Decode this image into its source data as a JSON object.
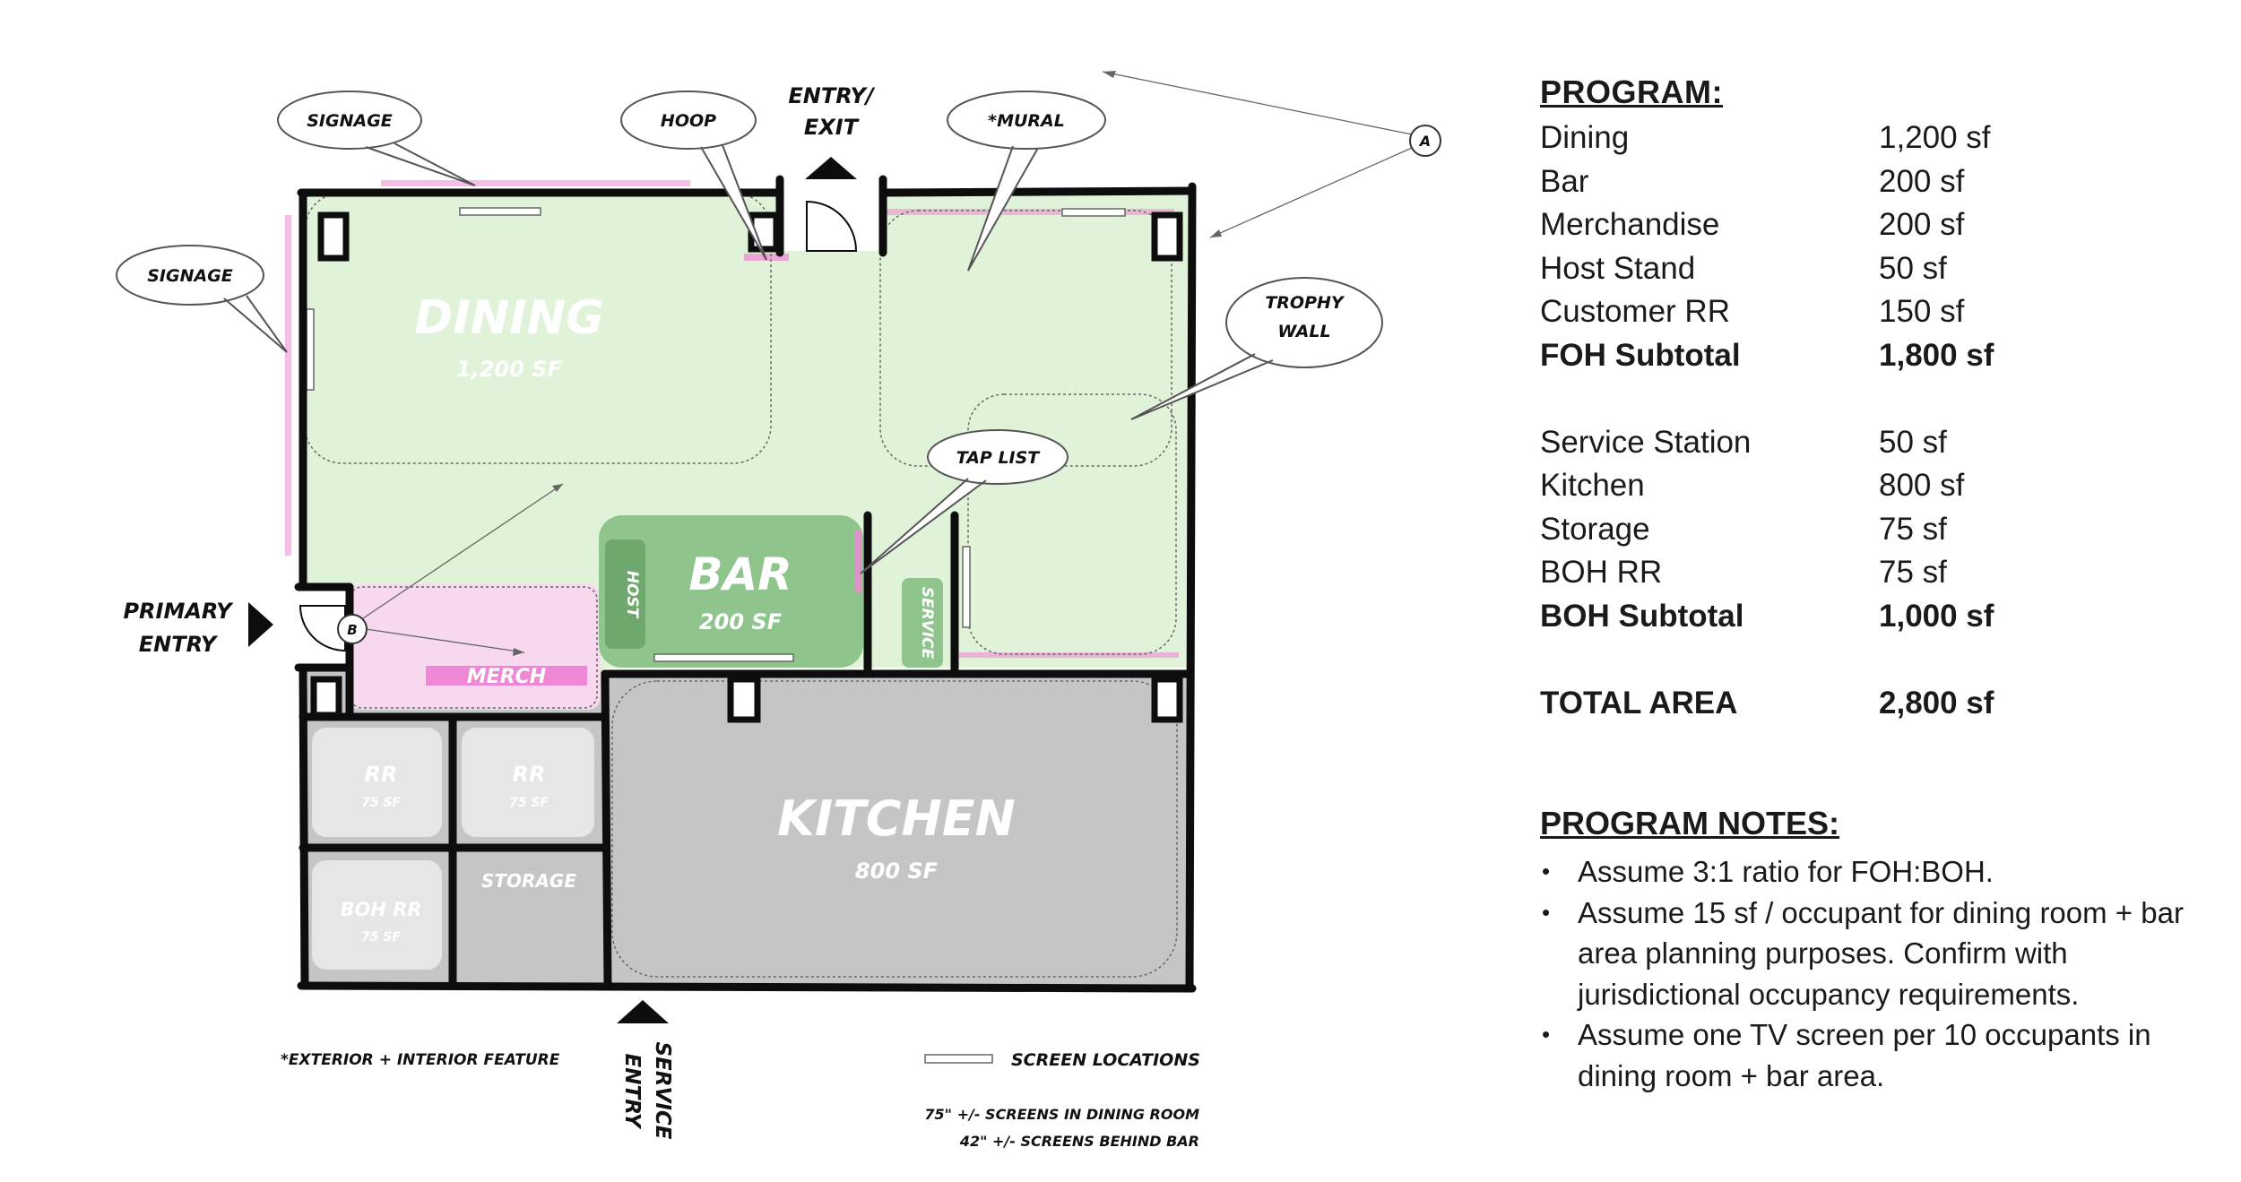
{
  "rooms": {
    "dining": {
      "name": "DINING",
      "area": "1,200 SF"
    },
    "bar": {
      "name": "BAR",
      "area": "200 SF"
    },
    "host": "HOST",
    "service": "SERVICE",
    "merch": "MERCH",
    "kitchen": {
      "name": "KITCHEN",
      "area": "800 SF"
    },
    "rr1": {
      "name": "RR",
      "area": "75 SF"
    },
    "rr2": {
      "name": "RR",
      "area": "75 SF"
    },
    "boh_rr": {
      "name": "BOH RR",
      "area": "75 SF"
    },
    "storage": "STORAGE"
  },
  "callouts": {
    "signage_top": "SIGNAGE",
    "signage_left": "SIGNAGE",
    "hoop": "HOOP",
    "mural": "*MURAL",
    "trophy_line1": "TROPHY",
    "trophy_line2": "WALL",
    "tap_list": "TAP LIST",
    "marker_a": "A",
    "marker_b": "B"
  },
  "entries": {
    "entry_exit_line1": "ENTRY/",
    "entry_exit_line2": "EXIT",
    "primary_line1": "PRIMARY",
    "primary_line2": "ENTRY",
    "service_line1": "SERVICE",
    "service_line2": "ENTRY"
  },
  "legend": {
    "feature_note": "*EXTERIOR + INTERIOR FEATURE",
    "screen_locations": "SCREEN LOCATIONS",
    "screens_dining": "75\" +/- SCREENS IN DINING ROOM",
    "screens_bar": "42\" +/- SCREENS BEHIND BAR"
  },
  "program": {
    "heading": "PROGRAM:",
    "foh": [
      {
        "name": "Dining",
        "area": "1,200 sf"
      },
      {
        "name": "Bar",
        "area": "200 sf"
      },
      {
        "name": "Merchandise",
        "area": "200 sf"
      },
      {
        "name": "Host Stand",
        "area": "50 sf"
      },
      {
        "name": "Customer RR",
        "area": "150 sf"
      }
    ],
    "foh_subtotal": {
      "name": "FOH Subtotal",
      "area": "1,800 sf"
    },
    "boh": [
      {
        "name": "Service Station",
        "area": "50 sf"
      },
      {
        "name": "Kitchen",
        "area": "800 sf"
      },
      {
        "name": "Storage",
        "area": "75 sf"
      },
      {
        "name": "BOH RR",
        "area": "75 sf"
      }
    ],
    "boh_subtotal": {
      "name": "BOH Subtotal",
      "area": "1,000 sf"
    },
    "total": {
      "name": "TOTAL AREA",
      "area": "2,800 sf"
    }
  },
  "notes": {
    "heading": "PROGRAM NOTES:",
    "items": [
      "Assume 3:1 ratio for FOH:BOH.",
      "Assume 15 sf / occupant for dining room + bar area planning purposes. Confirm with jurisdictional occupancy requirements.",
      "Assume one TV screen per 10 occupants in dining room + bar area."
    ]
  },
  "colors": {
    "foh_green": "#e0f2d8",
    "bar_green": "#8fc48c",
    "merch_pink": "#f7d8ef",
    "pink_accent": "#ee88d4",
    "boh_gray": "#c4c5c7",
    "rr_gray": "#e6e6e6",
    "wall": "#0d0d0d"
  }
}
